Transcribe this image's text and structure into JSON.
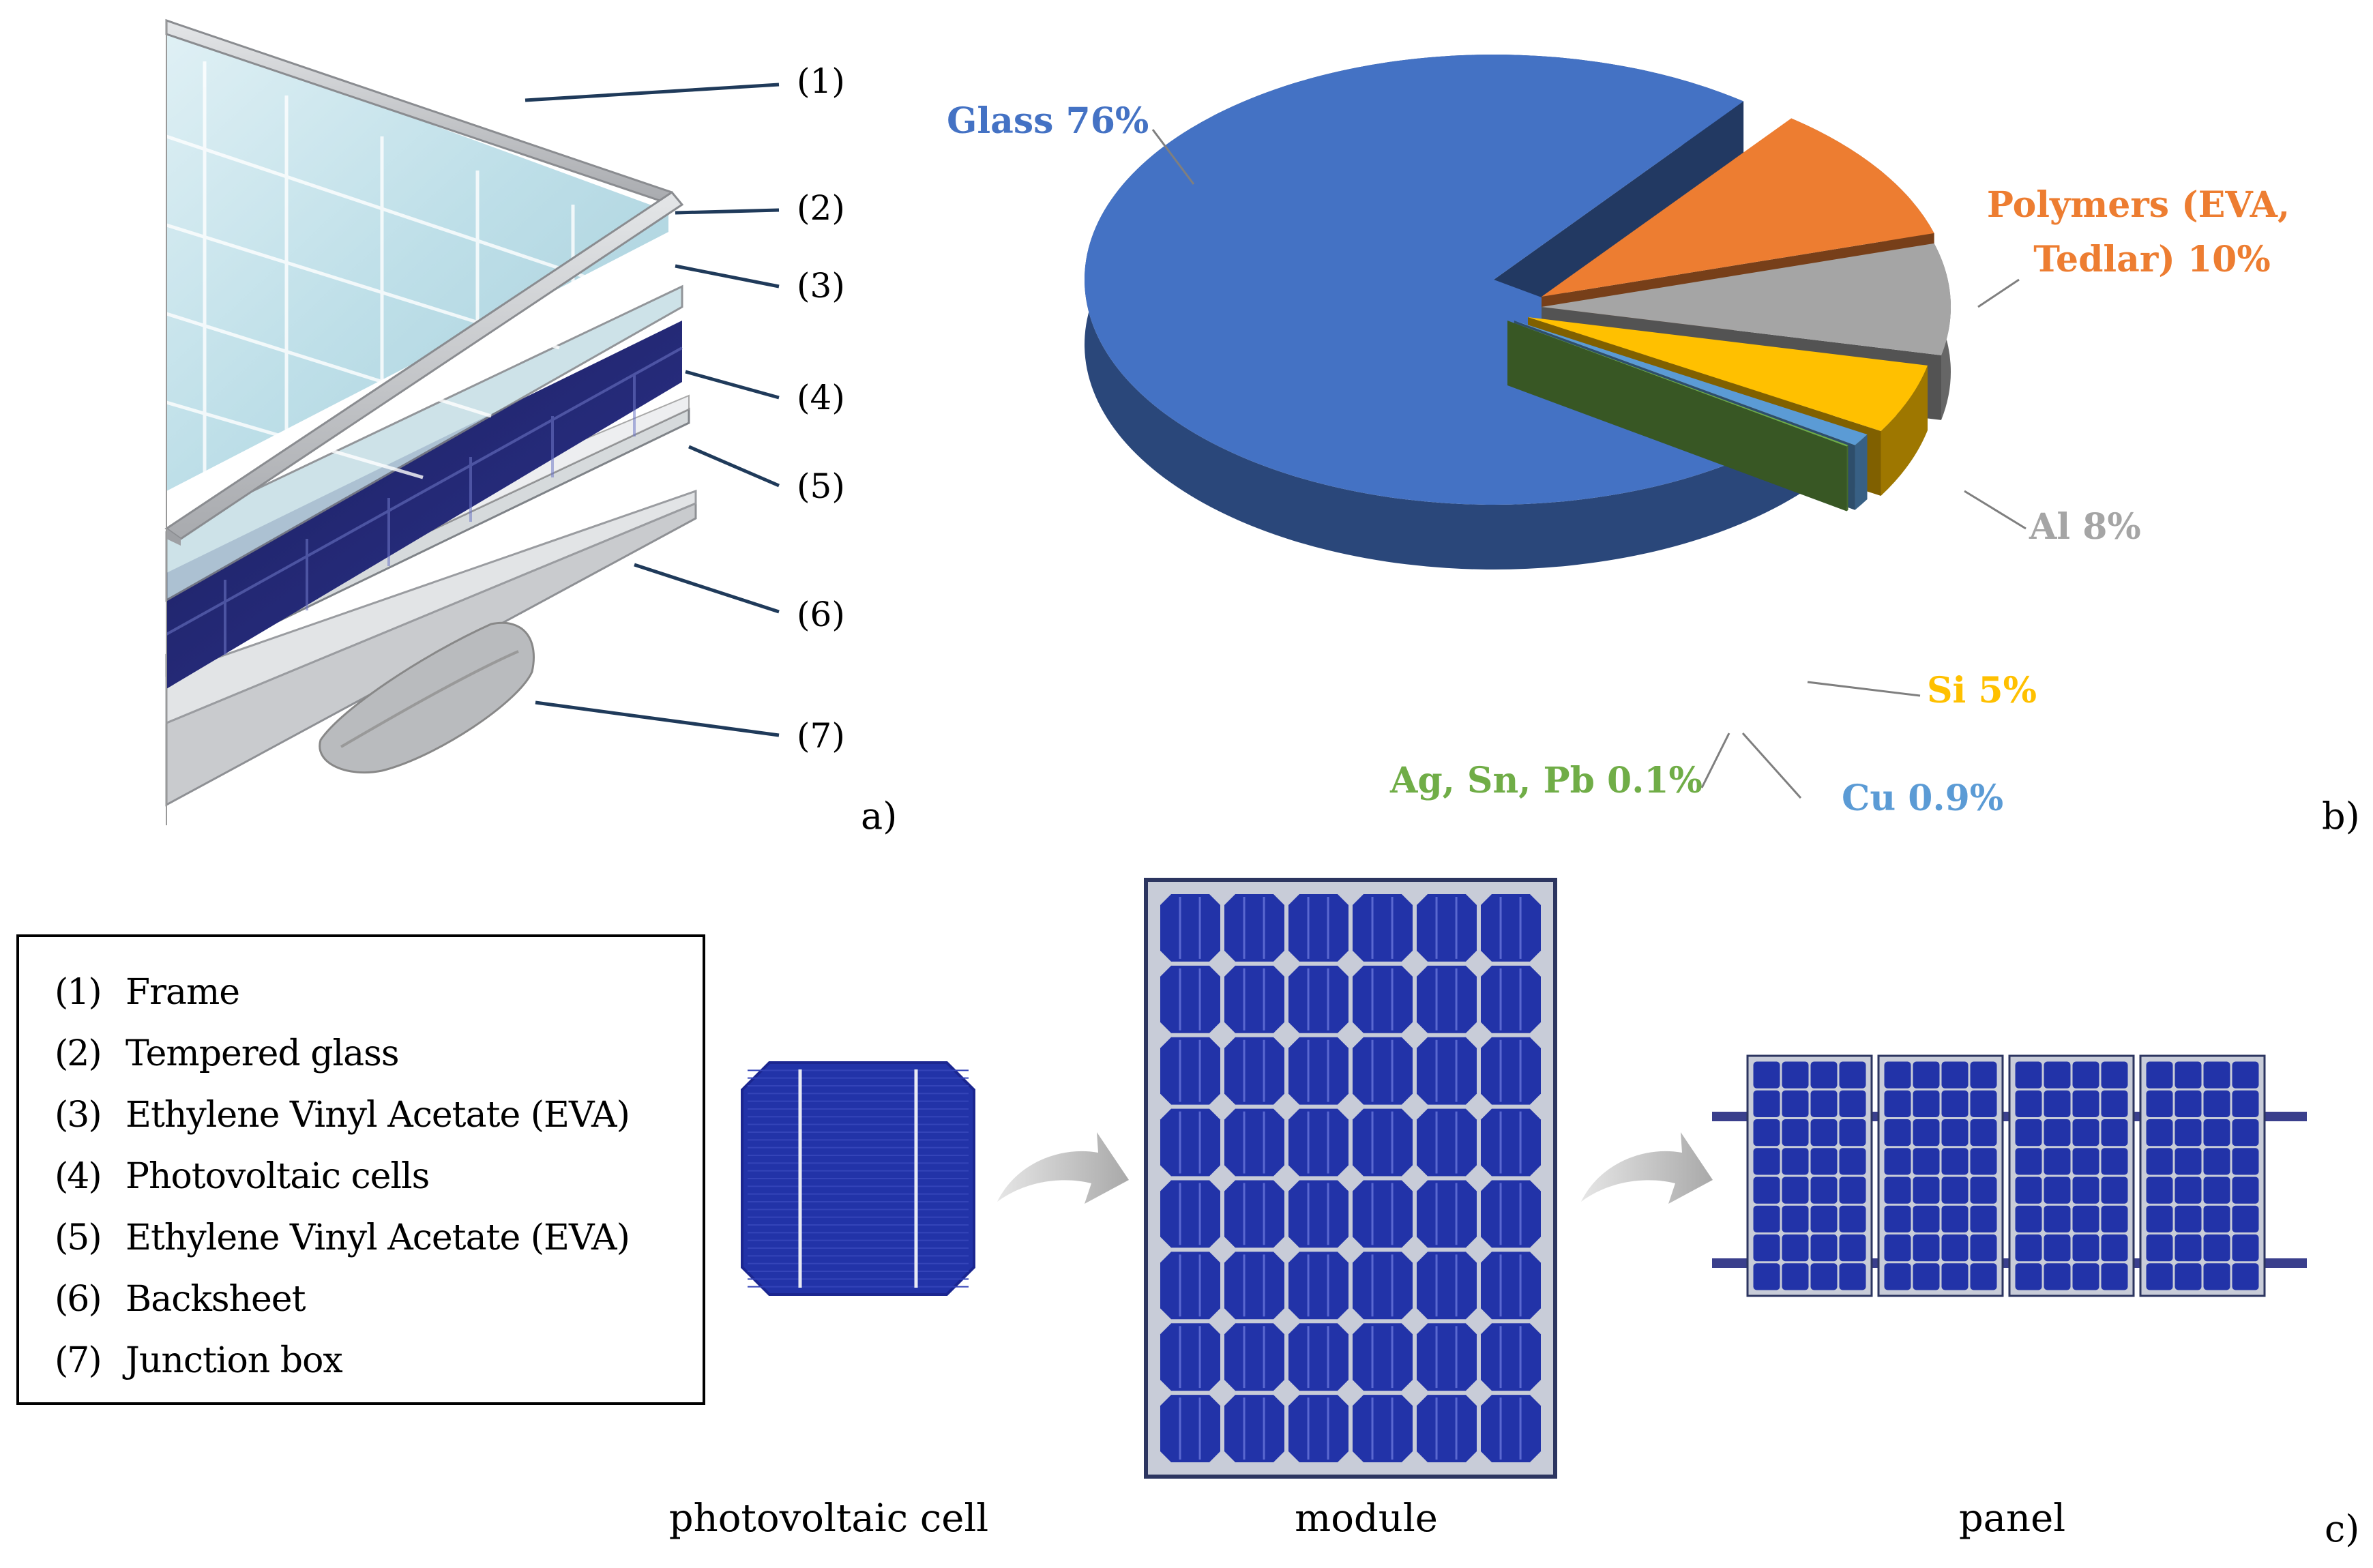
{
  "panel_a": {
    "panel_label": "a)",
    "callouts": [
      "(1)",
      "(2)",
      "(3)",
      "(4)",
      "(5)",
      "(6)",
      "(7)"
    ]
  },
  "panel_b": {
    "panel_label": "b)"
  },
  "chart_data": {
    "type": "pie",
    "style": "3d-exploded",
    "slices": [
      {
        "label": "Glass 76%",
        "name": "Glass",
        "value": 76,
        "color": "#4472C4",
        "label_color": "#4472C4"
      },
      {
        "label_lines": [
          "Polymers (EVA,",
          "Tedlar) 10%"
        ],
        "name": "Polymers (EVA, Tedlar)",
        "value": 10,
        "color": "#ED7D31",
        "label_color": "#ED7D31"
      },
      {
        "label": "Al 8%",
        "name": "Al",
        "value": 8,
        "color": "#A5A5A5",
        "label_color": "#A5A5A5"
      },
      {
        "label": "Si 5%",
        "name": "Si",
        "value": 5,
        "color": "#FFC000",
        "label_color": "#FFC000"
      },
      {
        "label": "Cu 0.9%",
        "name": "Cu",
        "value": 0.9,
        "color": "#5B9BD5",
        "label_color": "#5B9BD5"
      },
      {
        "label": "Ag, Sn, Pb 0.1%",
        "name": "Ag, Sn, Pb",
        "value": 0.1,
        "color": "#70AD47",
        "label_color": "#70AD47"
      }
    ]
  },
  "panel_c": {
    "panel_label": "c)",
    "captions": {
      "cell": "photovoltaic cell",
      "module": "module",
      "panel": "panel"
    },
    "colors": {
      "cell_blue": "#2233A8",
      "cell_dark": "#1B2690",
      "frame_grey": "#C8CCD8",
      "arrow_grey": "#B5B5B5"
    }
  },
  "legend": {
    "items": [
      {
        "num": "(1)",
        "text": "Frame"
      },
      {
        "num": "(2)",
        "text": "Tempered glass"
      },
      {
        "num": "(3)",
        "text": "Ethylene Vinyl Acetate (EVA)"
      },
      {
        "num": "(4)",
        "text": "Photovoltaic cells"
      },
      {
        "num": "(5)",
        "text": "Ethylene Vinyl Acetate (EVA)"
      },
      {
        "num": "(6)",
        "text": "Backsheet"
      },
      {
        "num": "(7)",
        "text": "Junction box"
      }
    ]
  }
}
